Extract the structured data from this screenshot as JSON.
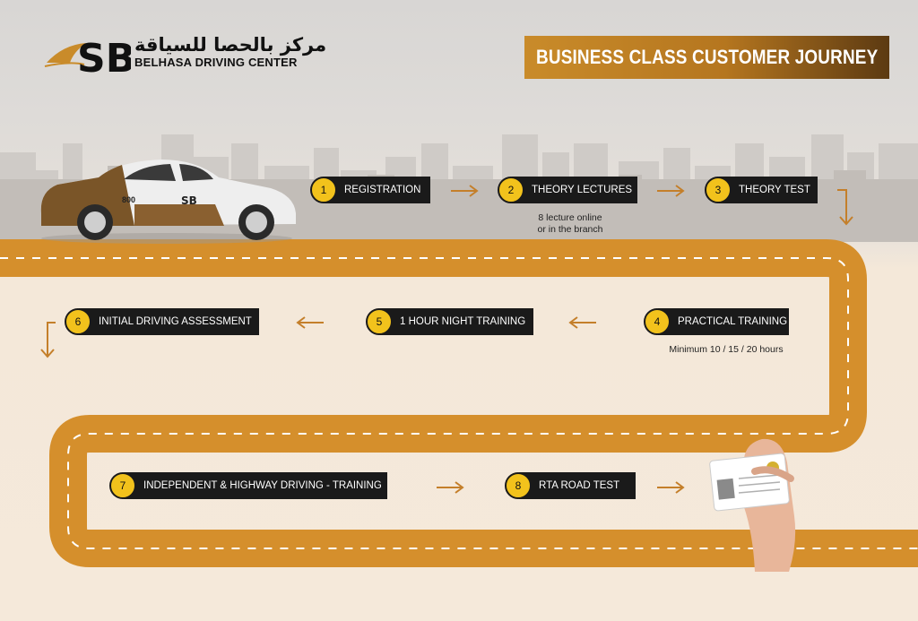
{
  "brand": {
    "arabic_name": "مركز بالحصا للسياقة",
    "english_name": "BELHASA DRIVING CENTER",
    "mark": "SB",
    "car_phone": "800",
    "car_mark": "SB"
  },
  "title": "BUSINESS CLASS CUSTOMER JOURNEY",
  "steps": [
    {
      "number": "1",
      "label": "REGISTRATION"
    },
    {
      "number": "2",
      "label": "THEORY LECTURES",
      "note_line1": "8 lecture online",
      "note_line2": "or in the branch"
    },
    {
      "number": "3",
      "label": "THEORY TEST"
    },
    {
      "number": "4",
      "label": "PRACTICAL TRAINING",
      "note_line1": "Minimum 10 / 15 / 20 hours"
    },
    {
      "number": "5",
      "label": "1 HOUR NIGHT TRAINING"
    },
    {
      "number": "6",
      "label": "INITIAL DRIVING ASSESSMENT"
    },
    {
      "number": "7",
      "label": "INDEPENDENT & HIGHWAY DRIVING - TRAINING"
    },
    {
      "number": "8",
      "label": "RTA ROAD TEST"
    }
  ],
  "colors": {
    "road": "#d58f2c",
    "banner_start": "#c98b2a",
    "banner_end": "#5c3a12",
    "step_box": "#1a1a1a",
    "step_circle": "#f2c21c",
    "arrow": "#c47f2a"
  }
}
